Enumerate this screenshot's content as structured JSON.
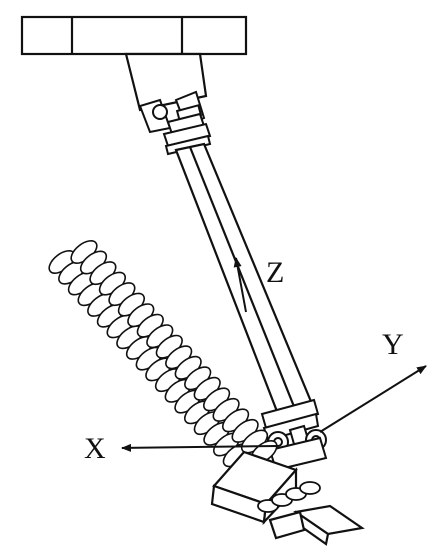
{
  "axes": {
    "z_label": "Z",
    "y_label": "Y",
    "x_label": "X"
  },
  "colors": {
    "ink": "#111111",
    "background": "#ffffff"
  }
}
